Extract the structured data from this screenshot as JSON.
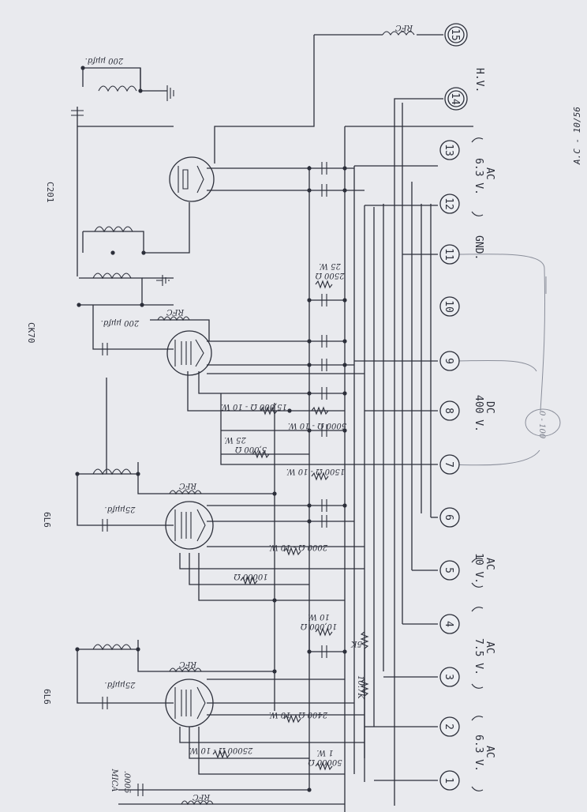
{
  "tubes": [
    {
      "label": "C201"
    },
    {
      "label": "CK70"
    },
    {
      "label": "6L6"
    },
    {
      "label": "6L6"
    }
  ],
  "terminals": [
    {
      "number": "1"
    },
    {
      "number": "2"
    },
    {
      "number": "3"
    },
    {
      "number": "4"
    },
    {
      "number": "5"
    },
    {
      "number": "6"
    },
    {
      "number": "7"
    },
    {
      "number": "8"
    },
    {
      "number": "9"
    },
    {
      "number": "10"
    },
    {
      "number": "11"
    },
    {
      "number": "12"
    },
    {
      "number": "13"
    },
    {
      "number": "14"
    },
    {
      "number": "15"
    }
  ],
  "terminal_labels": {
    "hv": "H.V.",
    "v63_top": "6.3 V.",
    "ac_top": "AC",
    "gnd": "GND.",
    "v400": "400 V.",
    "dc": "DC",
    "v10": "10 V.",
    "ac_10": "AC",
    "v75": "7.5 V.",
    "ac_75": "AC",
    "v63_bot": "6.3 V.",
    "ac_bot": "AC"
  },
  "components": {
    "rfc_top": "RFC",
    "rfc_ck70": "RFC",
    "rfc_6l6a": "RFC",
    "rfc_6l6b": "RFC",
    "rfc_bottom": "RFC",
    "cap_200_top": "200 µµfd.",
    "cap_200_ck70": "200 µµfd.",
    "cap_25_a": "25µµfd.",
    "cap_25_b": "25µµfd.",
    "r_2500": "2500 Ω",
    "r_2500_w": "25 W.",
    "r_15000": "15,000 Ω - 10 W.",
    "r_5000": "5000 Ω - 10 W.",
    "r_5000b": "5,000 Ω",
    "r_5000b_w": "25 W.",
    "r_1500": "1500 Ω - 10 W.",
    "r_2000": "2000 Ω - 10 W.",
    "r_10000": "10000 Ω",
    "r_10000b": "10,000 Ω",
    "r_10000b_w": "10 W.",
    "r_5k": "5K",
    "r_10k": "10.7K",
    "r_2400": "2400 Ω - 10 W.",
    "r_25000": "25000 Ω - 10 W.",
    "r_50000": "50000 Ω",
    "r_50000_w": "1 W.",
    "cap_0005": ".0005",
    "cap_0005_b": "MICA"
  },
  "annotations": {
    "corner": "A.C - 10/56",
    "meter": "0 - 100"
  }
}
